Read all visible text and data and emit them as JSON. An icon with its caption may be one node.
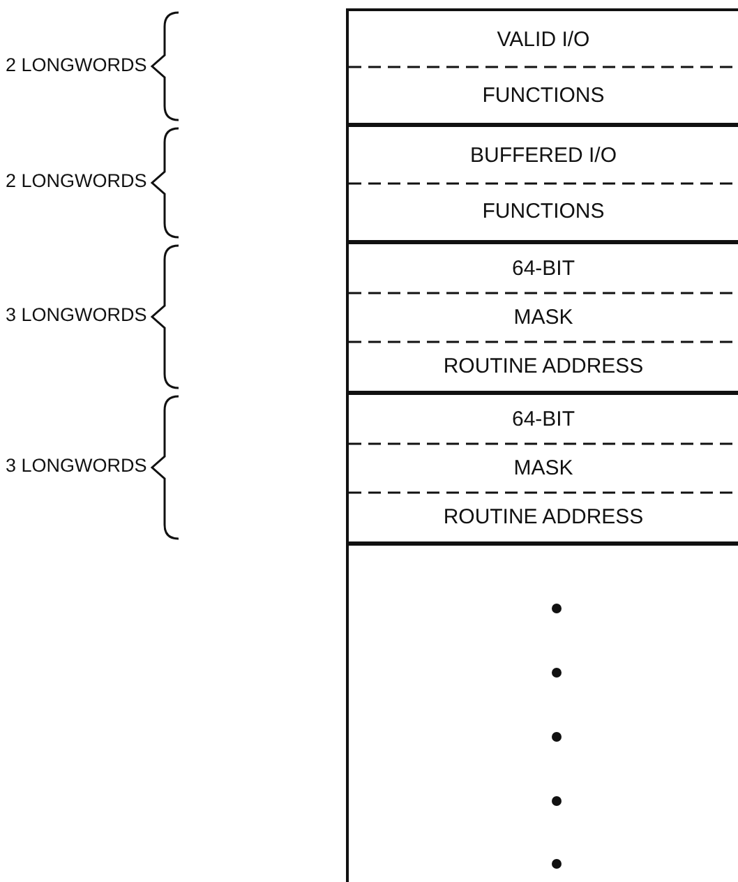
{
  "diagram": {
    "nodes": [
      {
        "text": [
          "VALID I/O",
          "FUNCTIONS"
        ]
      },
      {
        "text": [
          "BUFFERED I/O",
          "FUNCTIONS"
        ]
      },
      {
        "text": [
          "64-BIT",
          "MASK",
          "ROUTINE ADDRESS"
        ]
      },
      {
        "text": [
          "64-BIT",
          "MASK",
          "ROUTINE ADDRESS"
        ]
      },
      {
        "text": [],
        "shape": "box"
      }
    ],
    "edges": [],
    "labels": [
      "2 LONGWORDS",
      "2 LONGWORDS",
      "3 LONGWORDS",
      "3 LONGWORDS"
    ]
  }
}
